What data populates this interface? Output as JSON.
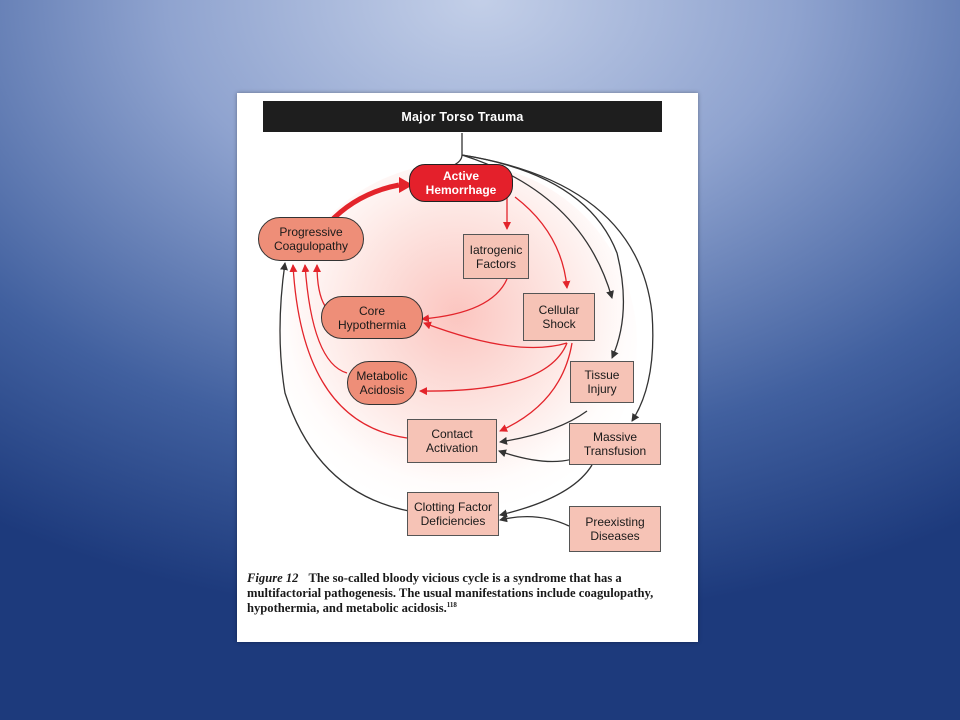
{
  "header": {
    "title": "Major Torso Trauma"
  },
  "nodes": {
    "active_hemorrhage": "Active\nHemorrhage",
    "progressive_coagulopathy": "Progressive\nCoagulopathy",
    "iatrogenic_factors": "Iatrogenic\nFactors",
    "core_hypothermia": "Core\nHypothermia",
    "cellular_shock": "Cellular\nShock",
    "metabolic_acidosis": "Metabolic\nAcidosis",
    "tissue_injury": "Tissue\nInjury",
    "contact_activation": "Contact\nActivation",
    "massive_transfusion": "Massive\nTransfusion",
    "clotting_factor_deficiencies": "Clotting Factor\nDeficiencies",
    "preexisting_diseases": "Preexisting\nDiseases"
  },
  "caption": {
    "label": "Figure 12",
    "text": "The so-called bloody vicious cycle is a syndrome that has a multifactorial pathogenesis. The usual manifestations include coagulopathy, hypothermia, and metabolic acidosis.",
    "ref": "118"
  },
  "colors": {
    "red_arrow": "#e3242b",
    "dark_arrow": "#333333",
    "active_fill": "#e4202b",
    "pill_fill": "#ee8e78",
    "box_fill": "#f6c3b6"
  }
}
